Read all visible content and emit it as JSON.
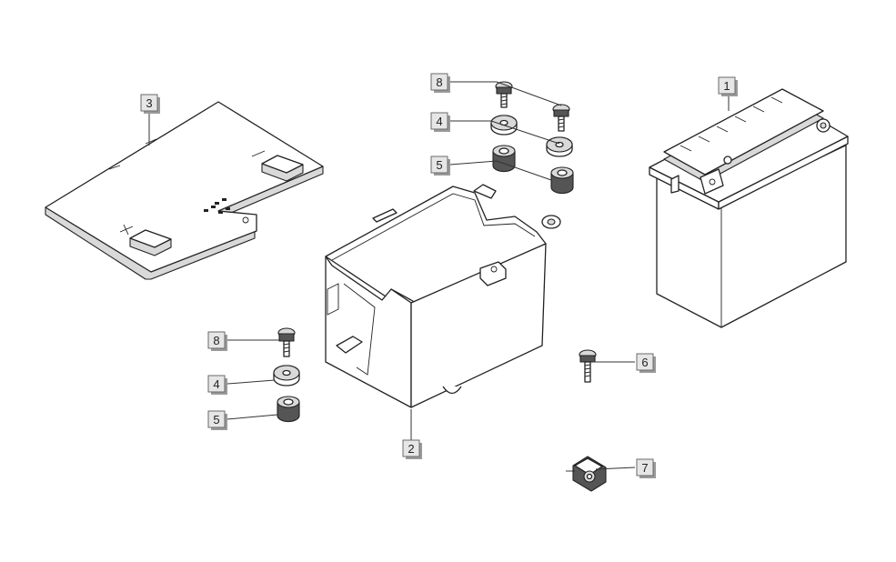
{
  "labels": [
    {
      "id": "label-1",
      "text": "1"
    },
    {
      "id": "label-2",
      "text": "2"
    },
    {
      "id": "label-3",
      "text": "3"
    },
    {
      "id": "label-4-top",
      "text": "4"
    },
    {
      "id": "label-4-bottom",
      "text": "4"
    },
    {
      "id": "label-5-top",
      "text": "5"
    },
    {
      "id": "label-5-bottom",
      "text": "5"
    },
    {
      "id": "label-6",
      "text": "6"
    },
    {
      "id": "label-7",
      "text": "7"
    },
    {
      "id": "label-8-top",
      "text": "8"
    },
    {
      "id": "label-8-bottom",
      "text": "8"
    }
  ]
}
